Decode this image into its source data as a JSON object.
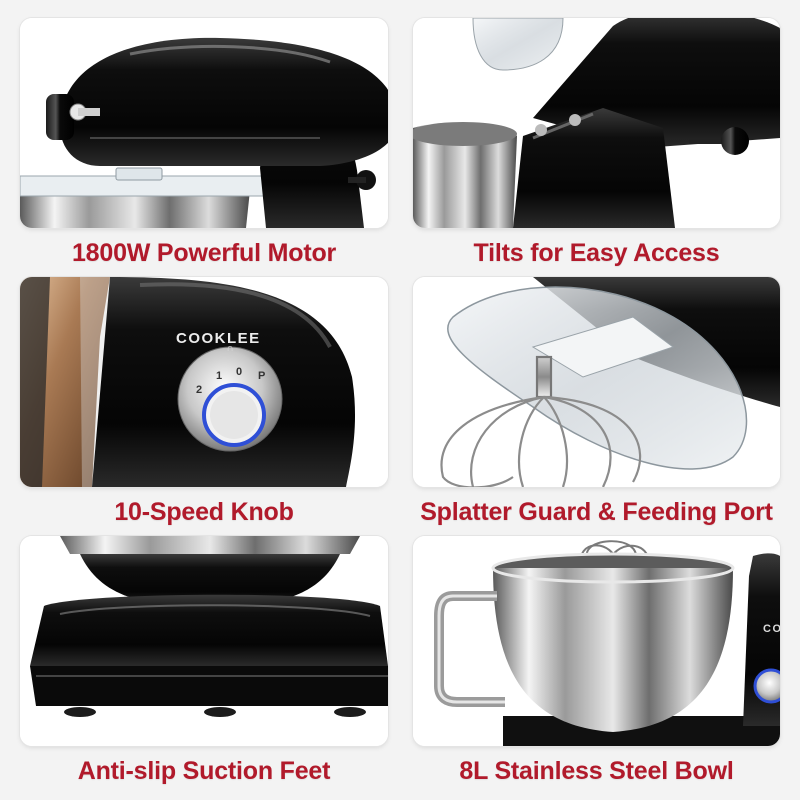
{
  "theme": {
    "caption_color": "#b11a2b",
    "page_background": "#f3f3f3",
    "tile_background": "#ffffff"
  },
  "brand": "COOKLEE",
  "dial_marks": {
    "m0": "0",
    "m1": "1",
    "m2": "2",
    "mP": "P"
  },
  "features": [
    {
      "caption": "1800W Powerful Motor",
      "image": "mixer-motor-head-closeup"
    },
    {
      "caption": "Tilts for Easy Access",
      "image": "mixer-tilted-head"
    },
    {
      "caption": "10-Speed Knob",
      "image": "speed-knob-closeup"
    },
    {
      "caption": "Splatter Guard  & Feeding Port",
      "image": "splatter-guard-and-whisk"
    },
    {
      "caption": "Anti-slip Suction Feet",
      "image": "mixer-base-closeup"
    },
    {
      "caption": "8L Stainless Steel Bowl",
      "image": "stainless-steel-bowl"
    }
  ]
}
